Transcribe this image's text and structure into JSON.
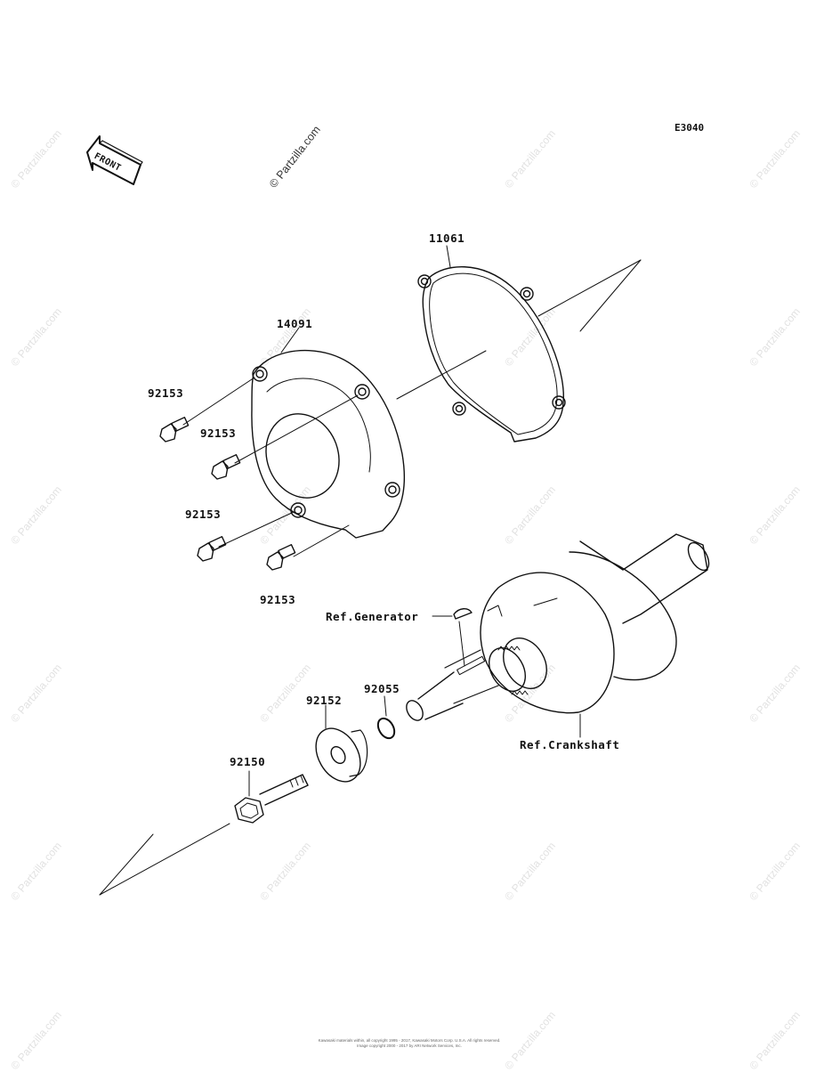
{
  "diagram": {
    "code": "E3040",
    "front_label": "FRONT",
    "watermark": "© Partzilla.com",
    "parts": {
      "p11061": "11061",
      "p14091": "14091",
      "p92153_a": "92153",
      "p92153_b": "92153",
      "p92153_c": "92153",
      "p92153_d": "92153",
      "p92055": "92055",
      "p92152": "92152",
      "p92150": "92150"
    },
    "refs": {
      "generator": "Ref.Generator",
      "crankshaft": "Ref.Crankshaft"
    },
    "copyright_line1": "Kawasaki materials within, all copyright 1995 - 2017, Kawasaki Motors Corp. U.S.A. All rights reserved.",
    "copyright_line2": "Image copyright 2000 - 2017 by ARI Network Services, Inc."
  }
}
